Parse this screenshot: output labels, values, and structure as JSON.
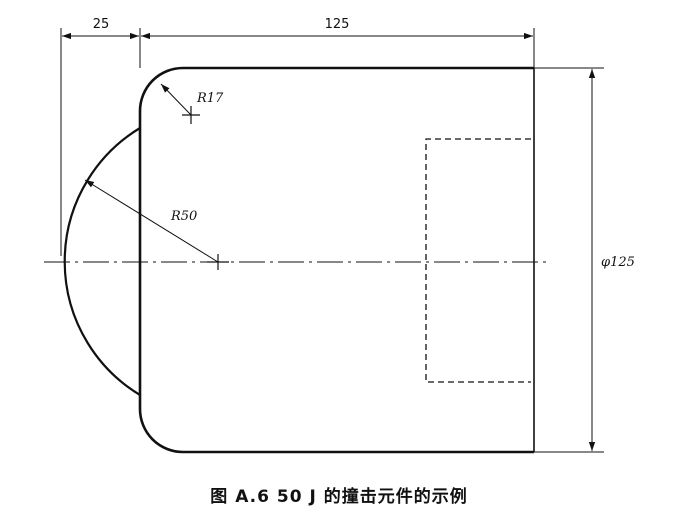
{
  "dimensions": {
    "width_left": "25",
    "width_main": "125",
    "fillet_radius": "R17",
    "dome_radius": "R50",
    "diameter": "φ125"
  },
  "caption": "图 A.6   50 J 的撞击元件的示例",
  "colors": {
    "line": "#111111",
    "background": "#ffffff"
  }
}
